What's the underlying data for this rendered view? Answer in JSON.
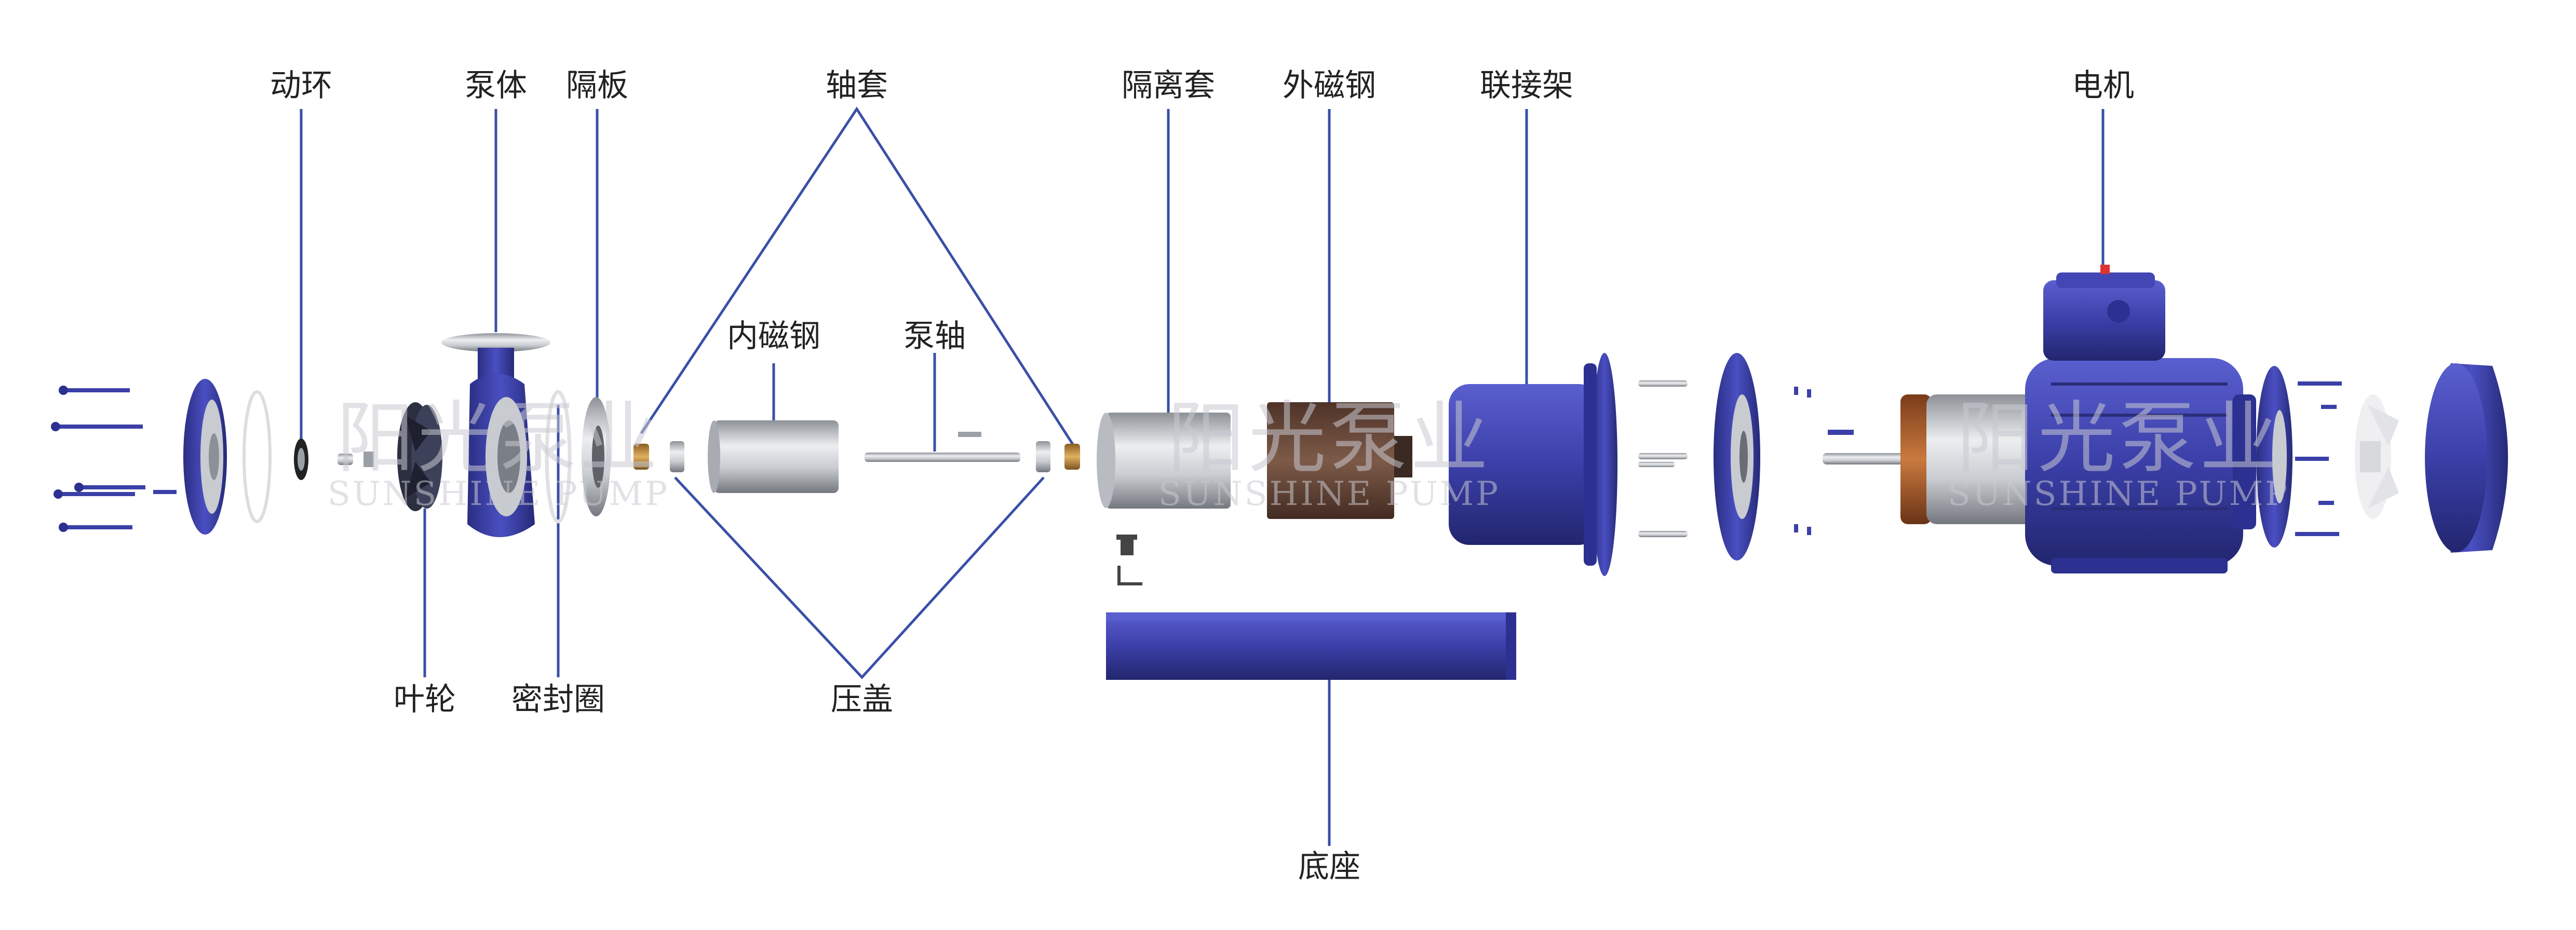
{
  "diagram": {
    "labels": {
      "dong_huan": "动环",
      "beng_ti": "泵体",
      "ge_ban": "隔板",
      "zhou_tao": "轴套",
      "ge_li_tao": "隔离套",
      "wai_ci_gang": "外磁钢",
      "lian_jie_jia": "联接架",
      "dian_ji": "电机",
      "nei_ci_gang": "内磁钢",
      "beng_zhou": "泵轴",
      "ye_lun": "叶轮",
      "mi_feng_quan": "密封圈",
      "ya_gai": "压盖",
      "di_zuo": "底座"
    },
    "watermark": {
      "cn": "阳光泵业",
      "en": "SUNSHINE PUMP"
    },
    "colors": {
      "pump_blue": "#3b3fa8",
      "steel": "#c8cbd0",
      "leader": "#3a4fa6",
      "brass": "#b8863b",
      "magnet_brown": "#6b4a3a"
    }
  }
}
